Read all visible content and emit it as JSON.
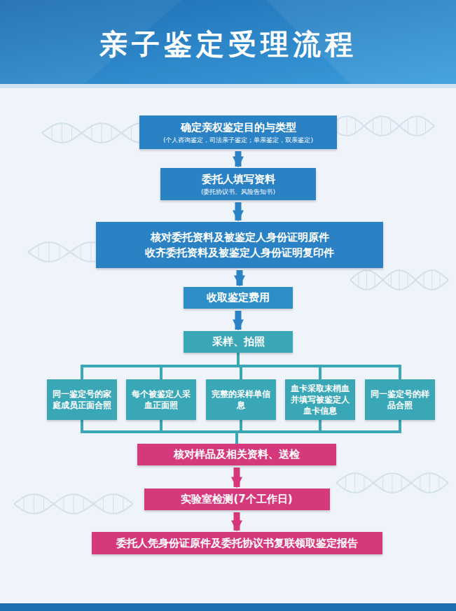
{
  "diagram": {
    "title": "亲子鉴定受理流程",
    "nodes": [
      {
        "text": [
          "确定亲权鉴定目的与类型",
          "(个人咨询鉴定，司法亲子鉴定；单亲鉴定，双亲鉴定)"
        ]
      },
      {
        "text": [
          "委托人填写资料",
          "(委托协议书、风险告知书)"
        ]
      },
      {
        "text": [
          "核对委托资料及被鉴定人身份证明原件",
          "收齐委托资料及被鉴定人身份证明复印件"
        ]
      },
      {
        "text": [
          "收取鉴定费用"
        ]
      },
      {
        "text": [
          "采样、拍照"
        ]
      },
      {
        "text": [
          "同一鉴定号的家庭成员正面合照"
        ]
      },
      {
        "text": [
          "每个被鉴定人采血正面照"
        ]
      },
      {
        "text": [
          "完整的采样单信息"
        ]
      },
      {
        "text": [
          "血卡采取末梢血并填写被鉴定人血卡信息"
        ]
      },
      {
        "text": [
          "同一鉴定号的样品合照"
        ]
      },
      {
        "text": [
          "核对样品及相关资料、送检"
        ]
      },
      {
        "text": [
          "实验室检测(7个工作日)"
        ]
      },
      {
        "text": [
          "委托人凭身份证原件及委托协议书复联领取鉴定报告"
        ]
      }
    ],
    "edges": [
      {
        "from": 0,
        "to": 1,
        "arrow": "to"
      },
      {
        "from": 1,
        "to": 2,
        "arrow": "to"
      },
      {
        "from": 2,
        "to": 3,
        "arrow": "to"
      },
      {
        "from": 3,
        "to": 4,
        "arrow": "to"
      },
      {
        "from": 4,
        "to": 5,
        "arrow": "none"
      },
      {
        "from": 4,
        "to": 6,
        "arrow": "none"
      },
      {
        "from": 4,
        "to": 7,
        "arrow": "none"
      },
      {
        "from": 4,
        "to": 8,
        "arrow": "none"
      },
      {
        "from": 4,
        "to": 9,
        "arrow": "none"
      },
      {
        "from": 5,
        "to": 10,
        "arrow": "none"
      },
      {
        "from": 6,
        "to": 10,
        "arrow": "none"
      },
      {
        "from": 7,
        "to": 10,
        "arrow": "none"
      },
      {
        "from": 8,
        "to": 10,
        "arrow": "none"
      },
      {
        "from": 9,
        "to": 10,
        "arrow": "none"
      },
      {
        "from": 10,
        "to": 11,
        "arrow": "to"
      },
      {
        "from": 11,
        "to": 12,
        "arrow": "to"
      }
    ]
  }
}
